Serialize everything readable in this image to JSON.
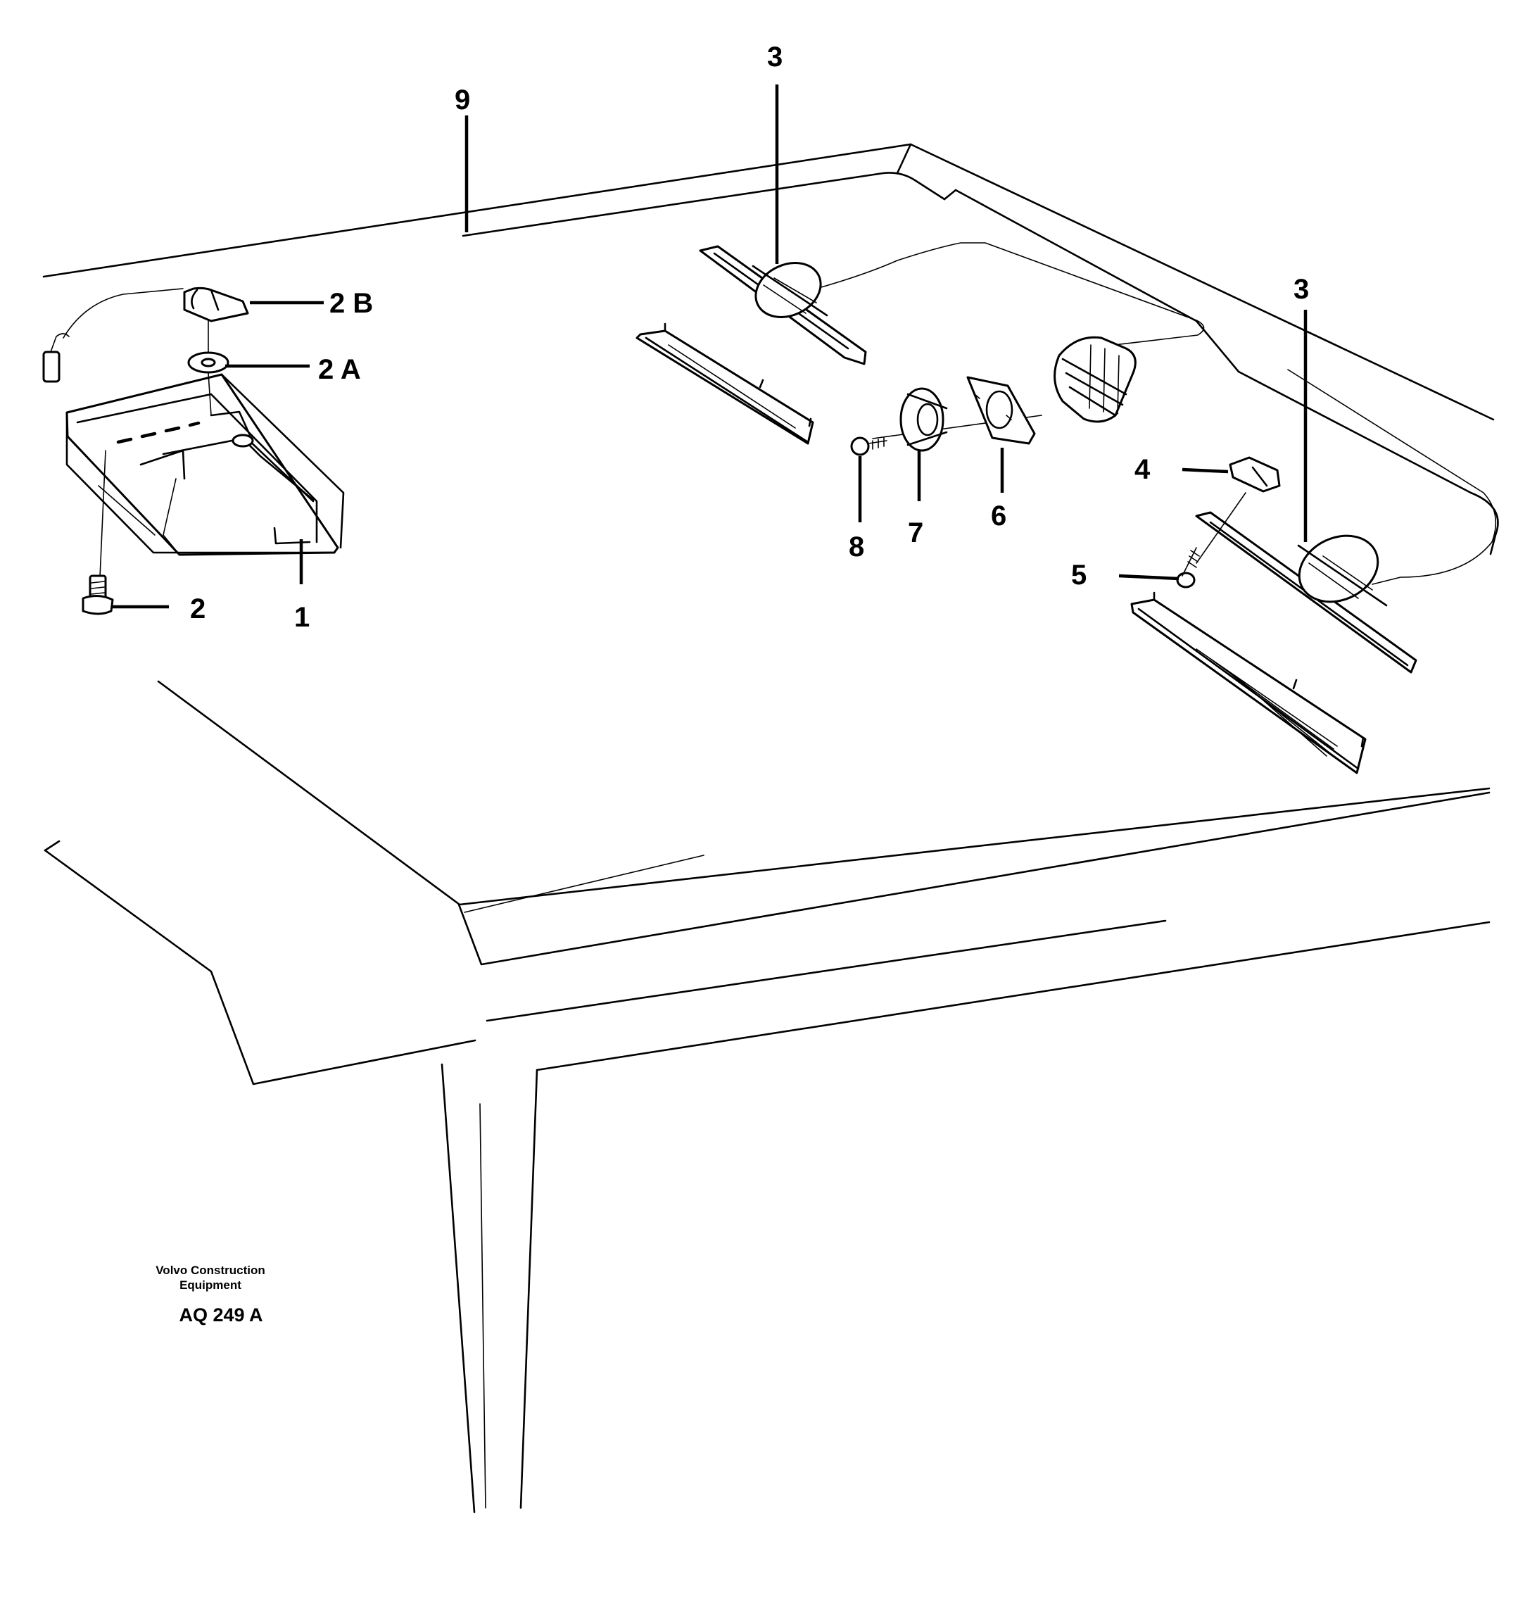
{
  "drawing": {
    "manufacturer_line1": "Volvo Construction",
    "manufacturer_line2": "Equipment",
    "drawing_number": "AQ 249 A"
  },
  "callouts": {
    "c1": "1",
    "c2": "2",
    "c2a": "2 A",
    "c2b": "2 B",
    "c3_left": "3",
    "c3_right": "3",
    "c4": "4",
    "c5": "5",
    "c6": "6",
    "c7": "7",
    "c8": "8",
    "c9": "9"
  }
}
